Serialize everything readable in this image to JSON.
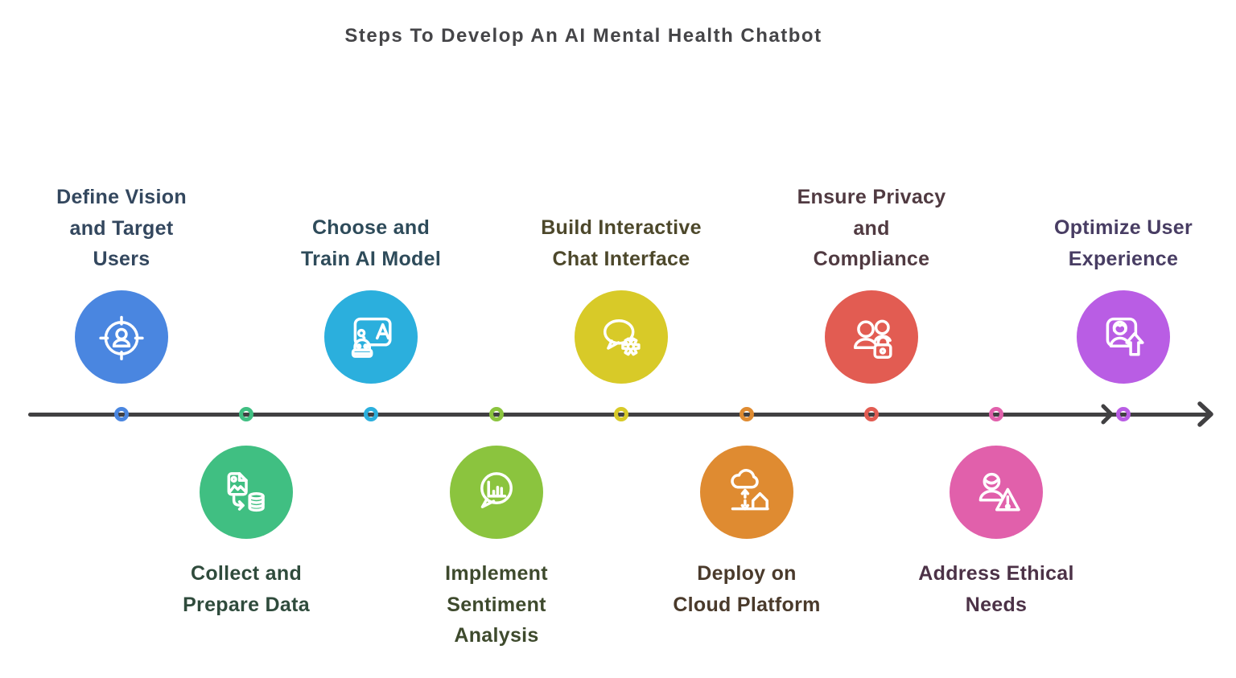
{
  "title": "Steps To Develop An AI Mental Health Chatbot",
  "timeline": {
    "line_color": "#414042",
    "direction": "left-to-right-arrow"
  },
  "steps": [
    {
      "label": "Define Vision\nand Target\nUsers",
      "position": "top",
      "color": "#4a86e0",
      "text_color": "#33475e",
      "icon": "target-user-icon"
    },
    {
      "label": "Collect and\nPrepare Data",
      "position": "bottom",
      "color": "#40bf82",
      "text_color": "#2f4b3c",
      "icon": "photo-database-icon"
    },
    {
      "label": "Choose and\nTrain AI Model",
      "position": "top",
      "color": "#2bafdd",
      "text_color": "#2e4b5a",
      "icon": "ai-training-board-icon"
    },
    {
      "label": "Implement\nSentiment\nAnalysis",
      "position": "bottom",
      "color": "#8bc43e",
      "text_color": "#3e4a2d",
      "icon": "sentiment-chart-bubble-icon"
    },
    {
      "label": "Build Interactive\nChat Interface",
      "position": "top",
      "color": "#d8ca28",
      "text_color": "#4d482b",
      "icon": "chat-gear-icon"
    },
    {
      "label": "Deploy on\nCloud Platform",
      "position": "bottom",
      "color": "#df8b31",
      "text_color": "#4a3a2b",
      "icon": "cloud-deploy-icon"
    },
    {
      "label": "Ensure Privacy\nand\nCompliance",
      "position": "top",
      "color": "#e25c52",
      "text_color": "#503a41",
      "icon": "people-lock-icon"
    },
    {
      "label": "Address Ethical\nNeeds",
      "position": "bottom",
      "color": "#e160ab",
      "text_color": "#4c3247",
      "icon": "person-warning-icon"
    },
    {
      "label": "Optimize User\nExperience",
      "position": "top",
      "color": "#b95de4",
      "text_color": "#483d63",
      "icon": "user-frame-arrow-icon"
    }
  ]
}
